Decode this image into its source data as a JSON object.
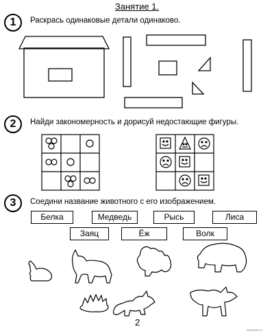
{
  "header": {
    "title": "Занятие 1."
  },
  "tasks": [
    {
      "number": "1",
      "instruction": "Раскрась одинаковые детали одинаково."
    },
    {
      "number": "2",
      "instruction": "Найди закономерность и дорисуй недостающие фигуры."
    },
    {
      "number": "3",
      "instruction": "Соедини название животного с его изображением."
    }
  ],
  "animal_words": [
    "Белка",
    "Медведь",
    "Рысь",
    "Лиса",
    "Заяц",
    "Ёж",
    "Волк"
  ],
  "footer": {
    "page_number": "2",
    "credit": "babyhobbi.ru"
  }
}
